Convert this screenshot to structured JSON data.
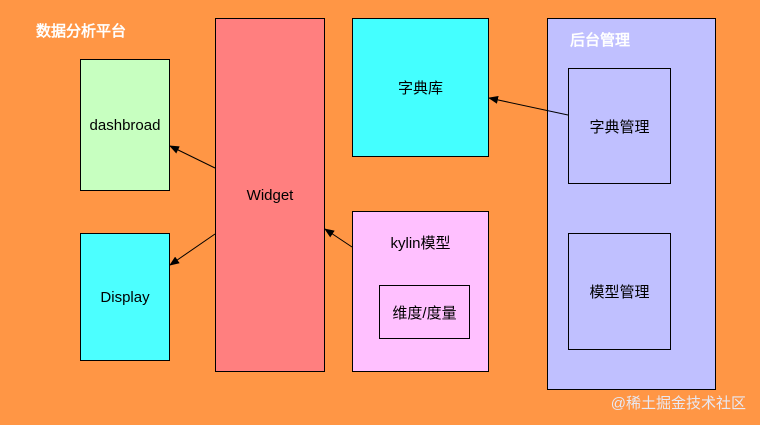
{
  "diagram": {
    "title": "数据分析平台",
    "nodes": {
      "dashbroad": "dashbroad",
      "display": "Display",
      "widget": "Widget",
      "dict_lib": "字典库",
      "kylin_model": "kylin模型",
      "dimension_measure": "维度/度量",
      "backend": "后台管理",
      "dict_mgmt": "字典管理",
      "model_mgmt": "模型管理"
    },
    "edges": [
      {
        "from": "Widget",
        "to": "dashbroad"
      },
      {
        "from": "Widget",
        "to": "Display"
      },
      {
        "from": "kylin模型",
        "to": "Widget"
      },
      {
        "from": "字典管理",
        "to": "字典库"
      }
    ],
    "watermark": "@稀土掘金技术社区"
  },
  "colors": {
    "background": "#FF9645",
    "dashbroad": "#C7FFC0",
    "display": "#4CFFFF",
    "widget": "#FF7F7F",
    "dict_lib": "#44FFFF",
    "kylin": "#FFC0FF",
    "backend": "#C0C0FF"
  }
}
